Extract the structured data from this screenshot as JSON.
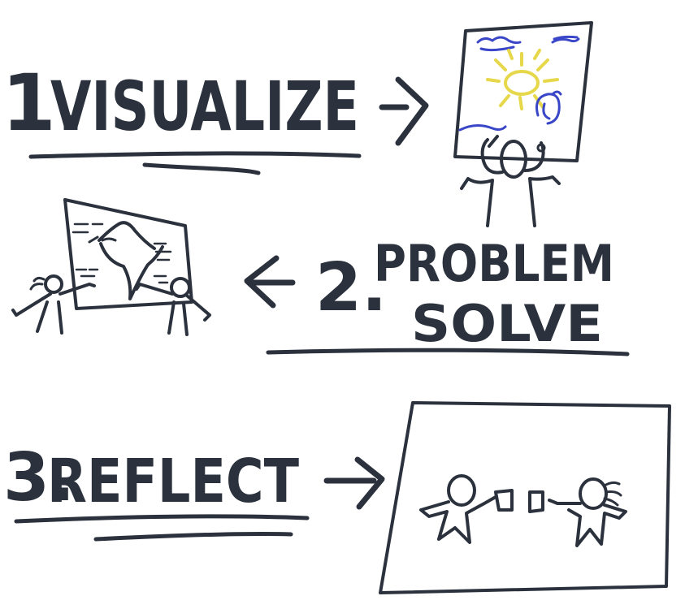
{
  "steps": [
    {
      "number": "1.",
      "title": "Visualize"
    },
    {
      "number": "2.",
      "title_line1": "Problem",
      "title_line2": "Solve"
    },
    {
      "number": "3.",
      "title": "Reflect"
    }
  ],
  "colors": {
    "ink": "#2b323d",
    "sky_blue": "#3a46c8",
    "sun_yellow": "#e6d84a"
  },
  "icons": [
    "right-arrow-icon",
    "left-arrow-icon",
    "painting-person-icon",
    "whiteboard-team-icon",
    "toasting-people-icon"
  ]
}
